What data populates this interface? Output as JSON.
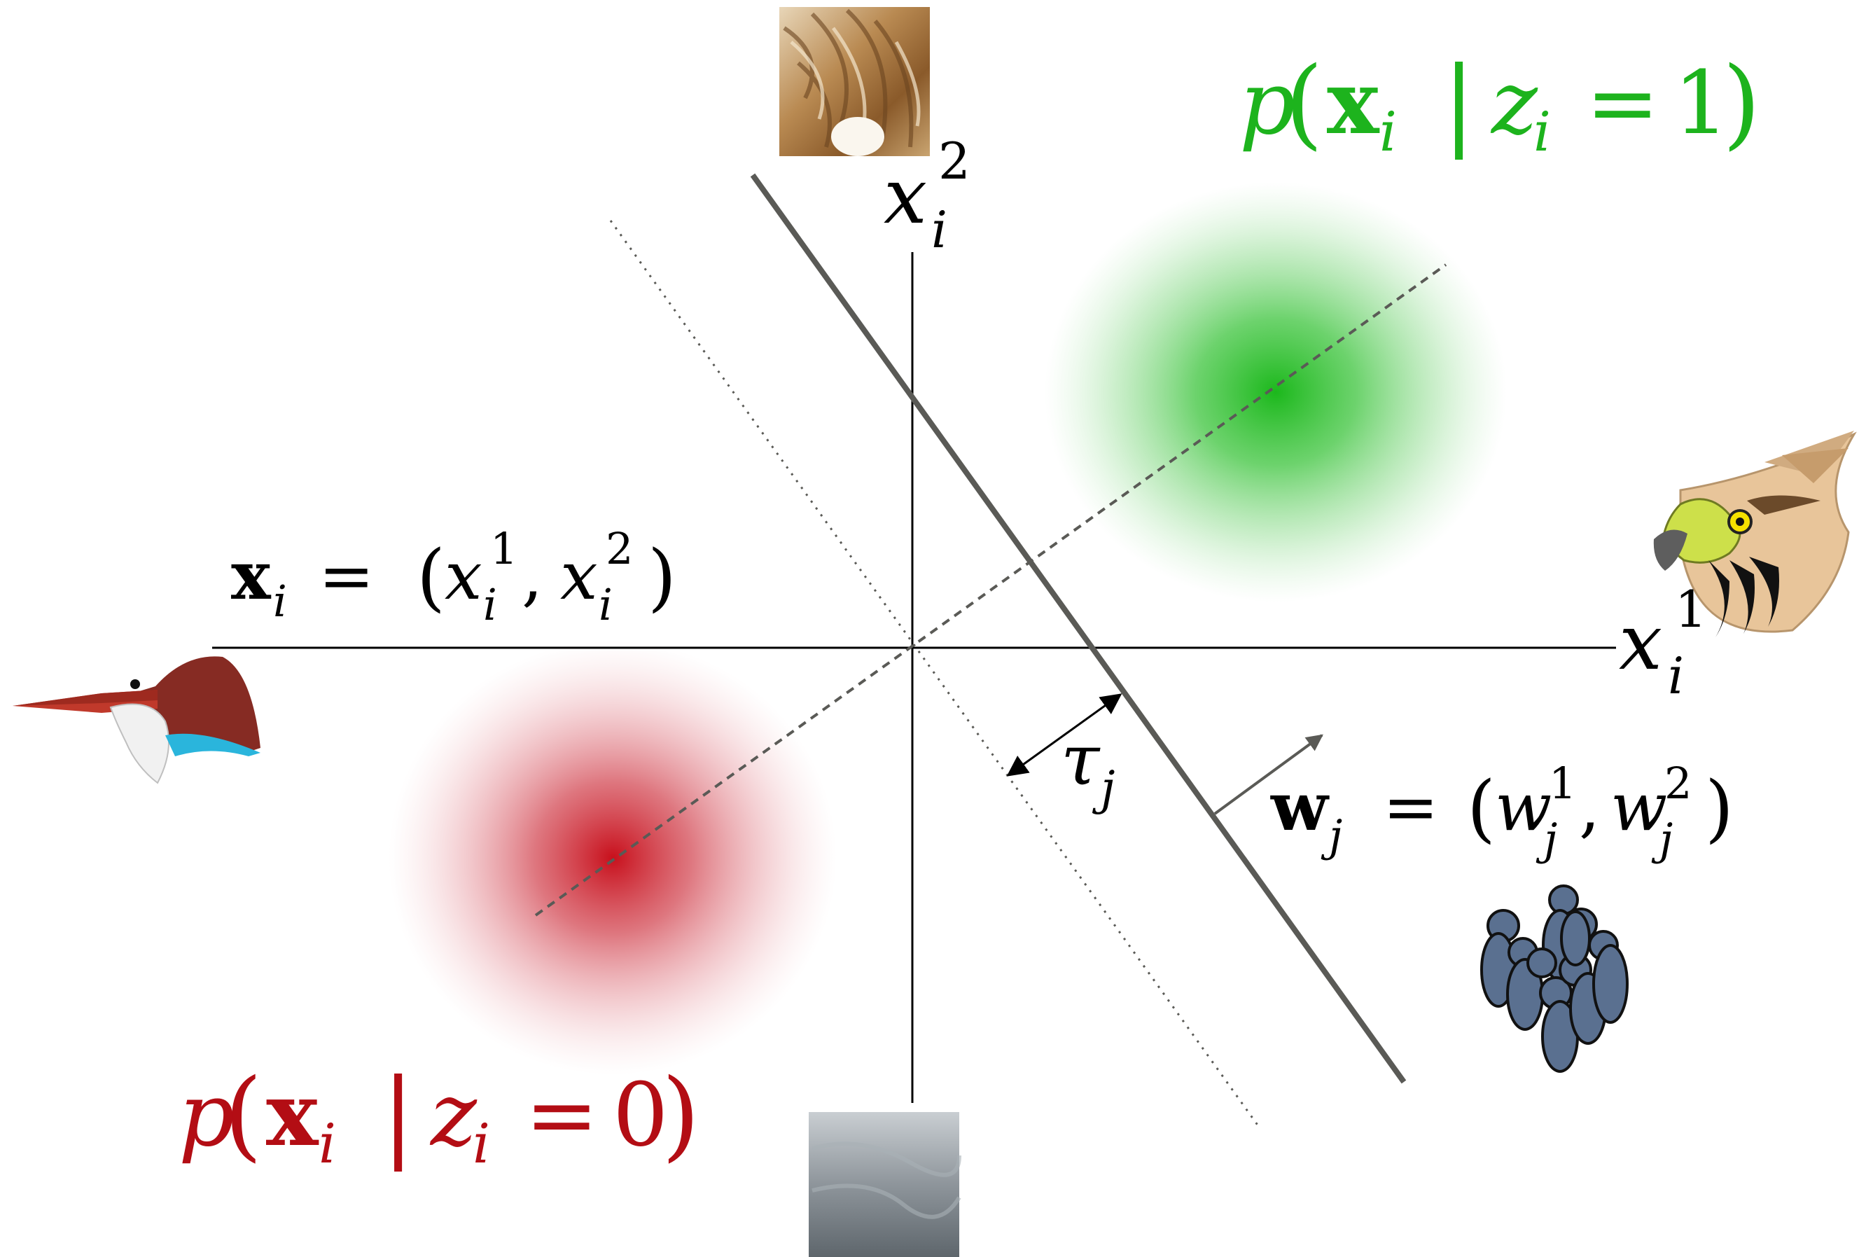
{
  "labels": {
    "axis_x": {
      "base": "x",
      "sub": "i",
      "sup": "1"
    },
    "axis_y": {
      "base": "x",
      "sub": "i",
      "sup": "2"
    },
    "feature_vector": {
      "lhs_base": "x",
      "lhs_sub": "i",
      "eq": "=",
      "open": "(",
      "c1_base": "x",
      "c1_sub": "i",
      "c1_sup": "1",
      "comma": ",",
      "c2_base": "x",
      "c2_sub": "i",
      "c2_sup": "2",
      "close": ")"
    },
    "weight_vector": {
      "lhs_base": "w",
      "lhs_sub": "j",
      "eq": "=",
      "open": "(",
      "c1_base": "w",
      "c1_sub": "j",
      "c1_sup": "1",
      "comma": ",",
      "c2_base": "w",
      "c2_sub": "j",
      "c2_sup": "2",
      "close": ")"
    },
    "threshold": {
      "base": "τ",
      "sub": "j"
    },
    "class_positive": {
      "p": "p",
      "open": "(",
      "x": "x",
      "x_sub": "i",
      "bar": "|",
      "z": "z",
      "z_sub": "i",
      "eq": "=",
      "val": "1",
      "close": ")"
    },
    "class_negative": {
      "p": "p",
      "open": "(",
      "x": "x",
      "x_sub": "i",
      "bar": "|",
      "z": "z",
      "z_sub": "i",
      "eq": "=",
      "val": "0",
      "close": ")"
    }
  },
  "colors": {
    "positive": "#1db31d",
    "negative": "#b30d14",
    "axis": "#000000",
    "boundary": "#5a5a56",
    "workers": "#5a7090"
  },
  "icons": [
    "feather-texture-image",
    "sky-texture-image",
    "kingfisher-bird-icon",
    "hawk-bird-icon",
    "worker-crowd-icon"
  ]
}
